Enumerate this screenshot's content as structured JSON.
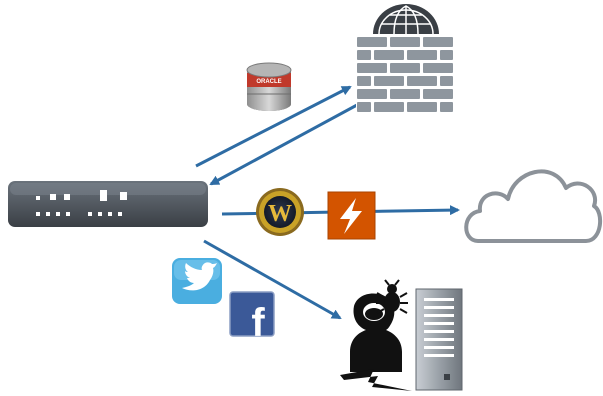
{
  "diagram": {
    "nodes": [
      {
        "name": "network-appliance",
        "icon": "appliance-icon"
      },
      {
        "name": "firewall",
        "icon": "firewall-globe-icon"
      },
      {
        "name": "cloud",
        "icon": "cloud-icon"
      },
      {
        "name": "compromised-server",
        "icon": "server-rack-icon"
      },
      {
        "name": "hacker",
        "icon": "hooded-hacker-icon"
      },
      {
        "name": "malware-bug",
        "icon": "bug-icon"
      },
      {
        "name": "attack-bolt",
        "icon": "lightning-bolt-icon"
      }
    ],
    "flow_icons": [
      {
        "name": "oracle-database",
        "icon": "database-icon",
        "label": "ORACLE",
        "color": "#c0392b"
      },
      {
        "name": "world-of-warcraft",
        "icon": "game-w-icon",
        "label": "W",
        "color": "#c9a227"
      },
      {
        "name": "zimbra-app",
        "icon": "lightning-app-icon",
        "color": "#d35400"
      },
      {
        "name": "twitter",
        "icon": "twitter-bird-icon",
        "color": "#4aaee0"
      },
      {
        "name": "facebook",
        "icon": "facebook-f-icon",
        "label": "f",
        "color": "#3b5998"
      }
    ],
    "arrows": [
      {
        "from": "network-appliance",
        "to": "firewall"
      },
      {
        "from": "firewall",
        "to": "network-appliance"
      },
      {
        "from": "network-appliance",
        "to": "cloud"
      },
      {
        "from": "network-appliance",
        "to": "compromised-server"
      }
    ],
    "colors": {
      "arrow": "#2e6ca4",
      "appliance": "#4a5058",
      "brick": "#8e969e",
      "outline": "#8c9299"
    }
  }
}
